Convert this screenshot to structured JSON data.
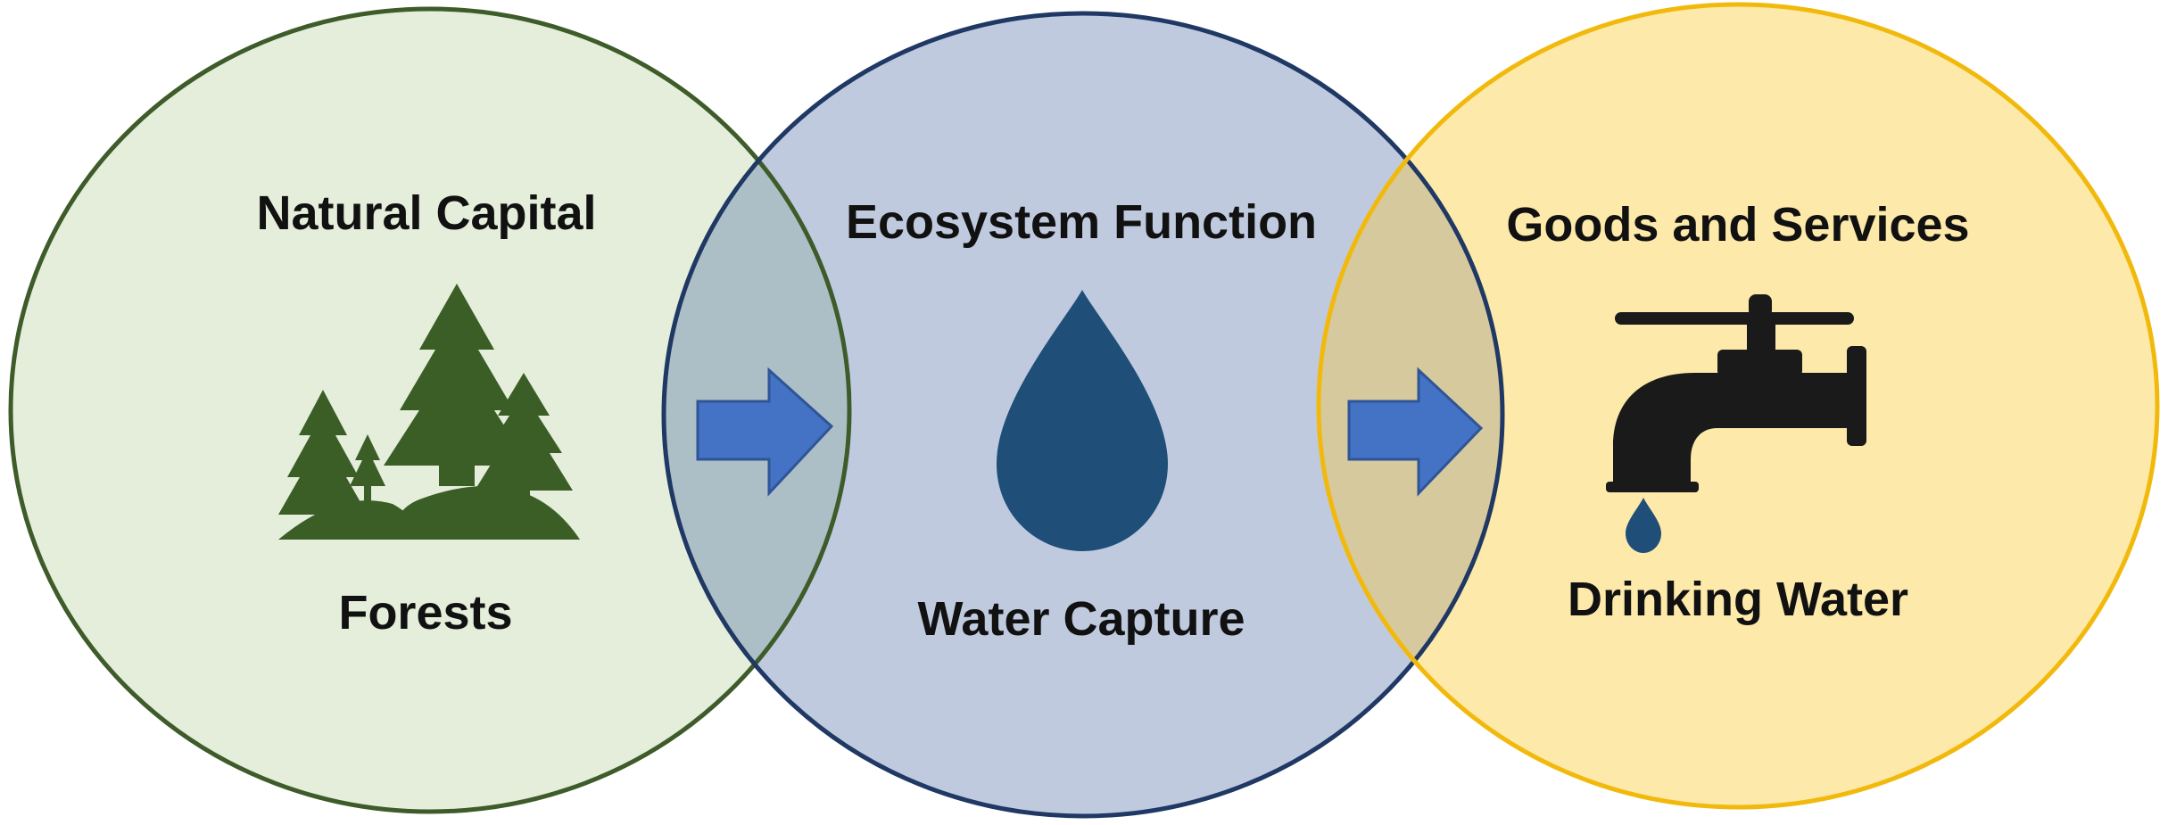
{
  "diagram": {
    "circles": [
      {
        "key": "natural-capital",
        "title": "Natural Capital",
        "label": "Forests",
        "icon": "forest-trees-icon",
        "fill": "#e4eedb",
        "stroke": "#3e5b2a"
      },
      {
        "key": "ecosystem-function",
        "title": "Ecosystem Function",
        "label": "Water Capture",
        "icon": "water-drop-icon",
        "fill": "#c0cadf",
        "stroke": "#1f3864"
      },
      {
        "key": "goods-and-services",
        "title": "Goods and Services",
        "label": "Drinking Water",
        "icon": "water-tap-icon",
        "fill": "#fde9a9",
        "stroke": "#f2b90d"
      }
    ],
    "arrows": [
      {
        "icon": "right-arrow-icon",
        "fill": "#4472c4",
        "stroke": "#2f5597"
      },
      {
        "icon": "right-arrow-icon",
        "fill": "#4472c4",
        "stroke": "#2f5597"
      }
    ],
    "colors": {
      "tree": "#3b5e26",
      "drop": "#1f4e79",
      "tap": "#1a1a1a",
      "overlap_left": "#adbfc6",
      "overlap_right": "#d6c99d"
    }
  }
}
